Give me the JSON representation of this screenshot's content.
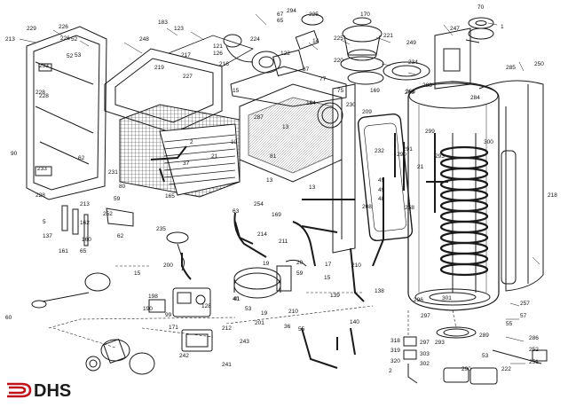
{
  "brand": {
    "logo_text": "DHS"
  },
  "part_labels": [
    "213",
    "229",
    "226",
    "52",
    "53",
    "233",
    "228",
    "233",
    "228",
    "90",
    "226",
    "52",
    "228",
    "213",
    "62",
    "231",
    "80",
    "252",
    "59",
    "62",
    "248",
    "219",
    "227",
    "217",
    "216",
    "15",
    "287",
    "183",
    "123",
    "121",
    "126",
    "224",
    "122",
    "65",
    "67",
    "294",
    "225",
    "14",
    "170",
    "221",
    "220",
    "234",
    "225",
    "87",
    "268",
    "169",
    "77",
    "70",
    "1",
    "247",
    "285",
    "250",
    "249",
    "268",
    "288",
    "284",
    "230",
    "75",
    "164",
    "13",
    "2",
    "37",
    "21",
    "12",
    "81",
    "13",
    "13",
    "165",
    "254",
    "63",
    "235",
    "169",
    "214",
    "211",
    "19",
    "20",
    "59",
    "41",
    "200",
    "15",
    "198",
    "190",
    "99",
    "128",
    "40",
    "53",
    "19",
    "210",
    "36",
    "55",
    "171",
    "212",
    "243",
    "241",
    "242",
    "209",
    "232",
    "291",
    "290",
    "293",
    "299",
    "300",
    "218",
    "49",
    "21",
    "49",
    "48",
    "208",
    "258",
    "15",
    "17",
    "210",
    "138",
    "139",
    "140",
    "296",
    "297",
    "301",
    "257",
    "57",
    "55",
    "289",
    "53",
    "318",
    "319",
    "320",
    "303",
    "302",
    "297",
    "293",
    "286",
    "252",
    "251",
    "222",
    "290",
    "2",
    "60",
    "5",
    "137",
    "161",
    "65",
    "160",
    "162",
    "201",
    "165"
  ],
  "colors": {
    "ink": "#1a1a1a",
    "accent_red": "#c0141c",
    "paper": "#ffffff"
  }
}
